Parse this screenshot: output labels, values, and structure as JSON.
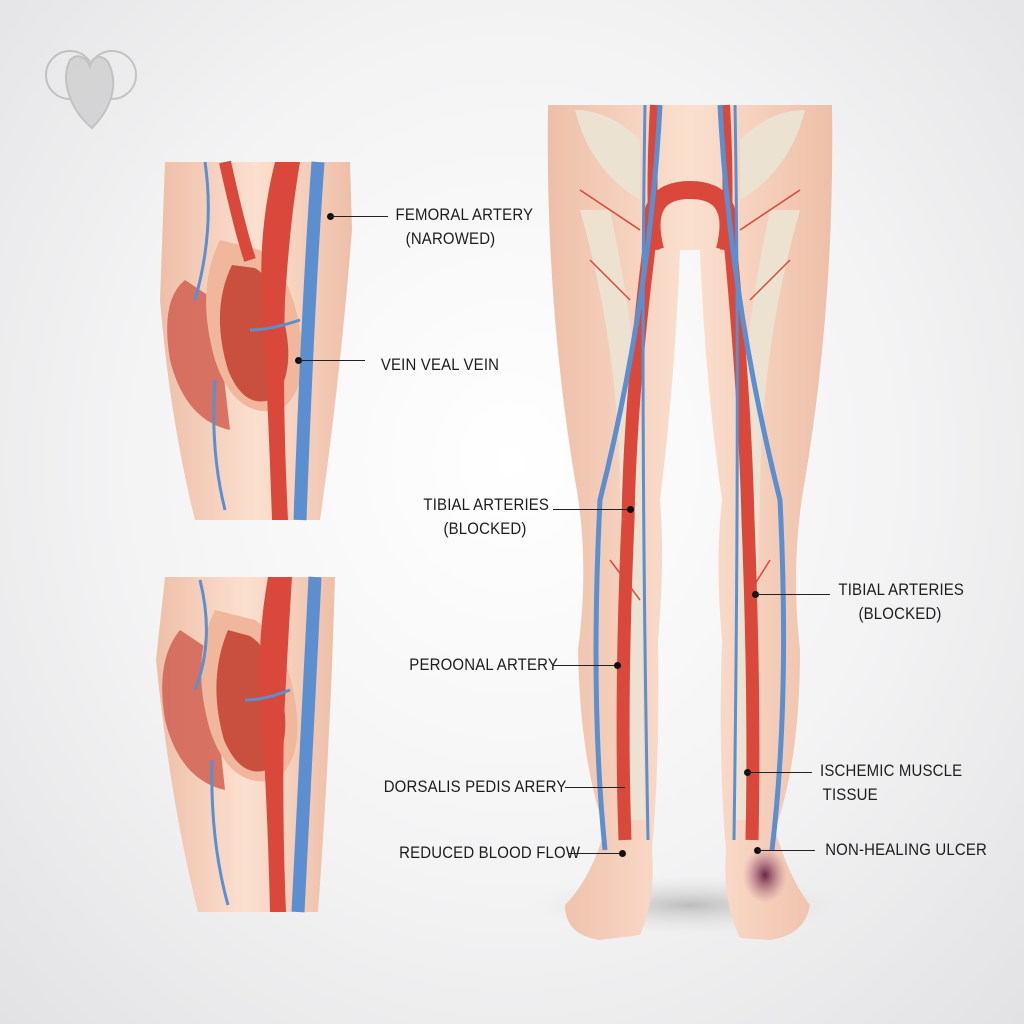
{
  "labels": {
    "femoral_artery": [
      "FEMORAL ARTERY",
      "(NAROWED)"
    ],
    "vein": [
      "VEIN VEAL VEIN"
    ],
    "tibial_left": [
      "TIBIAL ARTERIES",
      "(BLOCKED)"
    ],
    "tibial_right": [
      "TIBIAL ARTERIES",
      "(BLOCKED)"
    ],
    "peroneal": [
      "PEROONAL ARTERY"
    ],
    "ischemic": [
      "ISCHEMIC MUSCLE",
      "TISSUE"
    ],
    "dorsalis": [
      "DORSALIS PEDIS ARERY"
    ],
    "reduced_flow": [
      "REDUCED BLOOD FLOW"
    ],
    "ulcer": [
      "NON-HEALING ULCER"
    ]
  },
  "colors": {
    "artery": "#d9483a",
    "vein": "#5b8fd0",
    "skin": "#f6d3bf",
    "bone": "#ece3d3",
    "ulcer": "#7a3550"
  }
}
